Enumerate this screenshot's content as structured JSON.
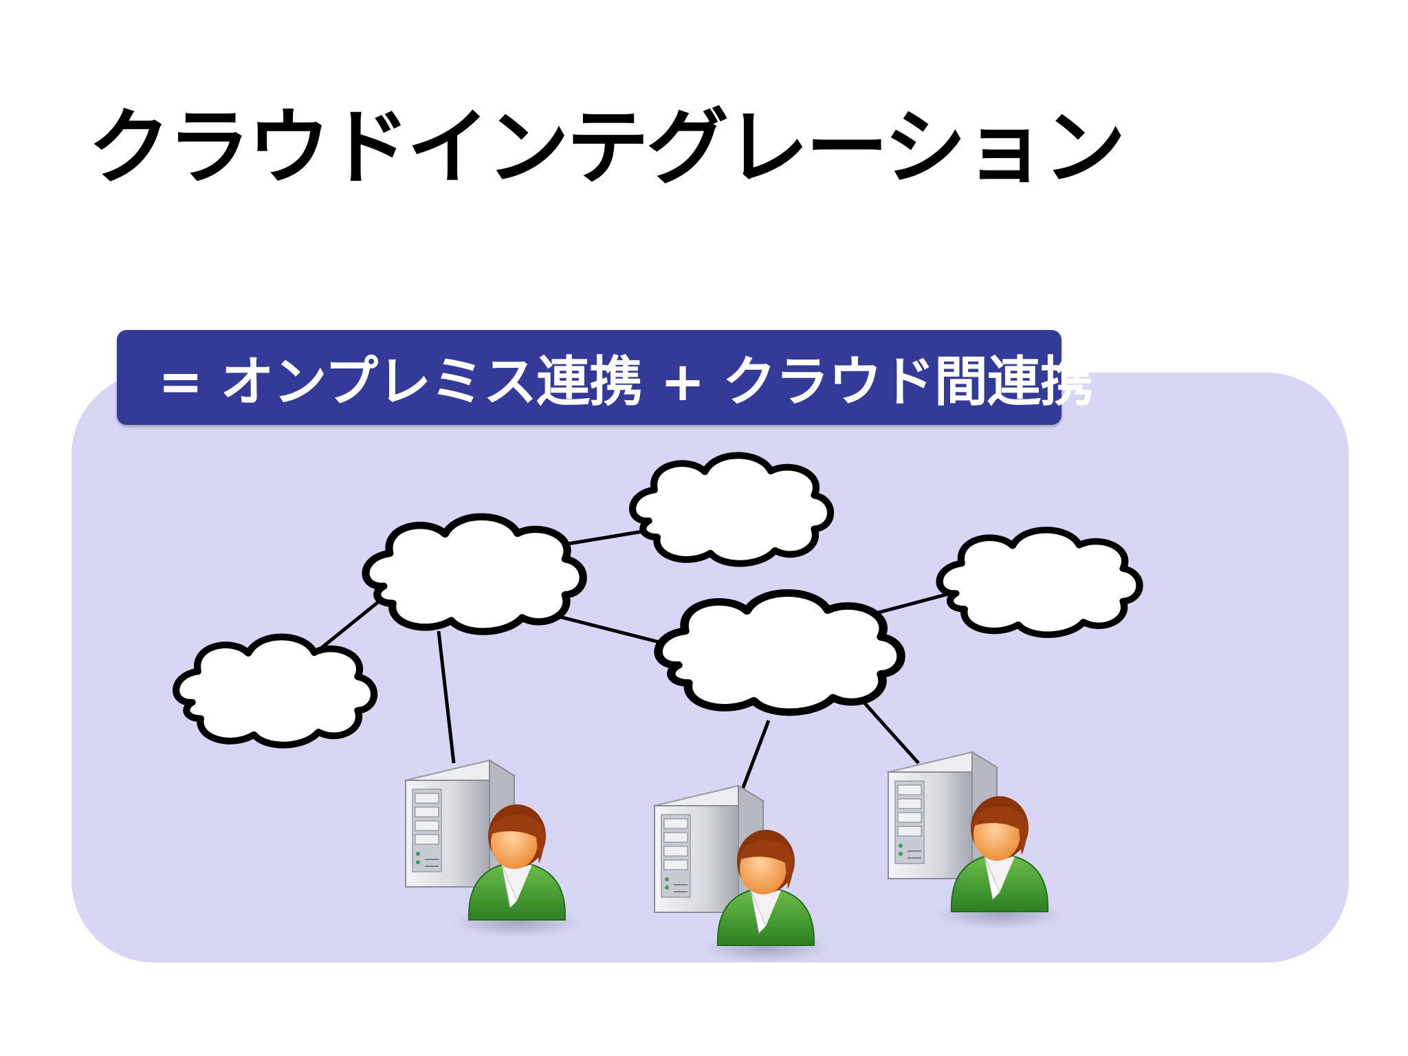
{
  "slide": {
    "title": "クラウドインテグレーション",
    "banner": "= オンプレミス連携 + クラウド間連携"
  },
  "colors": {
    "background": "#ffffff",
    "panel": "#d8d6f5",
    "banner": "#343a98",
    "banner_text": "#ffffff",
    "cloud_fill": "#ffffff",
    "cloud_stroke": "#000000",
    "shirt": "#3f9a2e",
    "hair": "#9a3d0e",
    "skin": "#f5a35a",
    "server": "#d9dadf"
  },
  "diagram": {
    "clouds": [
      "cloud-left",
      "cloud-top-center",
      "cloud-top-right",
      "cloud-center-right",
      "cloud-far-right"
    ],
    "sites": [
      "site-1",
      "site-2",
      "site-3"
    ],
    "icons": [
      "cloud-icon",
      "server-icon",
      "user-icon"
    ]
  }
}
